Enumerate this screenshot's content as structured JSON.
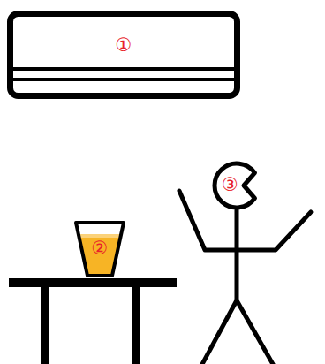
{
  "diagram": {
    "nodes": [
      {
        "text": [
          "①"
        ]
      },
      {
        "text": [
          "②"
        ]
      },
      {
        "text": [
          "③"
        ]
      }
    ]
  }
}
